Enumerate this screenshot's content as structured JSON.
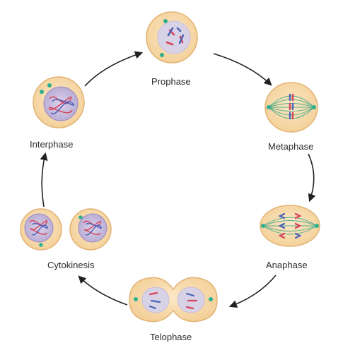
{
  "diagram": {
    "stages": [
      {
        "id": "prophase",
        "label": "Prophase"
      },
      {
        "id": "metaphase",
        "label": "Metaphase"
      },
      {
        "id": "anaphase",
        "label": "Anaphase"
      },
      {
        "id": "telophase",
        "label": "Telophase"
      },
      {
        "id": "cytokinesis",
        "label": "Cytokinesis"
      },
      {
        "id": "interphase",
        "label": "Interphase"
      }
    ],
    "colors": {
      "cell_fill": "#f8dcae",
      "cell_stroke": "#e6b877",
      "nucleus_fill": "#dcd7e6",
      "chromosome_red": "#d7425a",
      "chromosome_blue": "#4a63b8",
      "centrosome": "#2faf8e",
      "spindle": "#4fae8c",
      "arrow": "#222222",
      "label_text": "#2b2b2b"
    }
  }
}
